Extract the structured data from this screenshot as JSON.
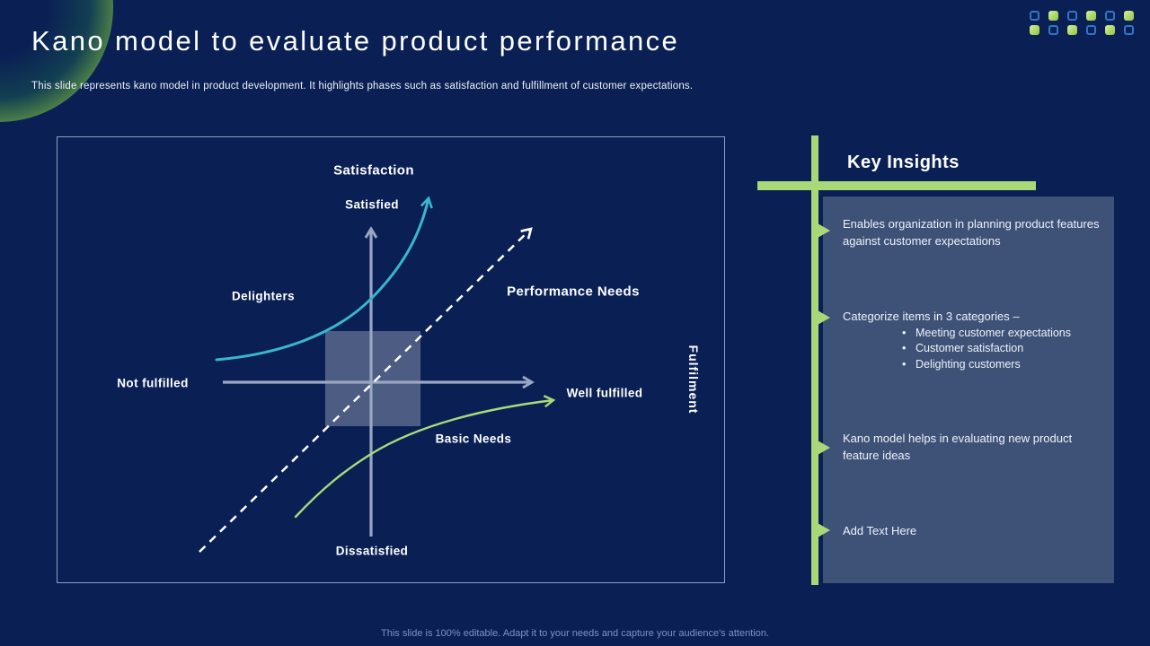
{
  "slide": {
    "title": "Kano model to evaluate product performance",
    "subtitle": "This slide represents kano model in product development. It highlights phases such as satisfaction and fulfillment of customer expectations.",
    "footer": "This slide is 100% editable. Adapt it to your needs and capture your audience's attention."
  },
  "colors": {
    "background": "#0a2055",
    "accent_green": "#a9d878",
    "teal_curve": "#3ab6cc",
    "green_curve": "#a8dc78",
    "axis_gray": "#9aa6c2",
    "dashed_line": "#ffffff",
    "panel_blue": "#3e5278",
    "square_outline_blue": "#2e77c5",
    "footer_text": "#7e92c2"
  },
  "diagram": {
    "type": "kano-model",
    "labels": {
      "satisfaction": "Satisfaction",
      "satisfied": "Satisfied",
      "delighters": "Delighters",
      "performance_needs": "Performance Needs",
      "not_fulfilled": "Not fulfilled",
      "well_fulfilled": "Well fulfilled",
      "basic_needs": "Basic Needs",
      "dissatisfied": "Dissatisfied",
      "fulfilment": "Fulfilment"
    },
    "curves": [
      {
        "name": "Delighters",
        "style": "solid teal exponential rising curve with arrow"
      },
      {
        "name": "Performance Needs",
        "style": "white dashed 45-degree diagonal with arrow"
      },
      {
        "name": "Basic Needs",
        "style": "solid green logarithmic flattening curve with arrow"
      }
    ],
    "axes": {
      "vertical": {
        "top_label": "Satisfied",
        "bottom_label": "Dissatisfied",
        "title": "Satisfaction"
      },
      "horizontal": {
        "left_label": "Not fulfilled",
        "right_label": "Well fulfilled",
        "title": "Fulfilment"
      }
    }
  },
  "key_insights": {
    "title": "Key Insights",
    "items": [
      {
        "text": "Enables organization in planning product features against customer expectations"
      },
      {
        "text": "Categorize items in 3 categories –",
        "sub_items": [
          "Meeting customer expectations",
          "Customer satisfaction",
          "Delighting customers"
        ]
      },
      {
        "text": "Kano model helps in evaluating new product feature ideas"
      },
      {
        "text": "Add Text Here"
      }
    ]
  }
}
